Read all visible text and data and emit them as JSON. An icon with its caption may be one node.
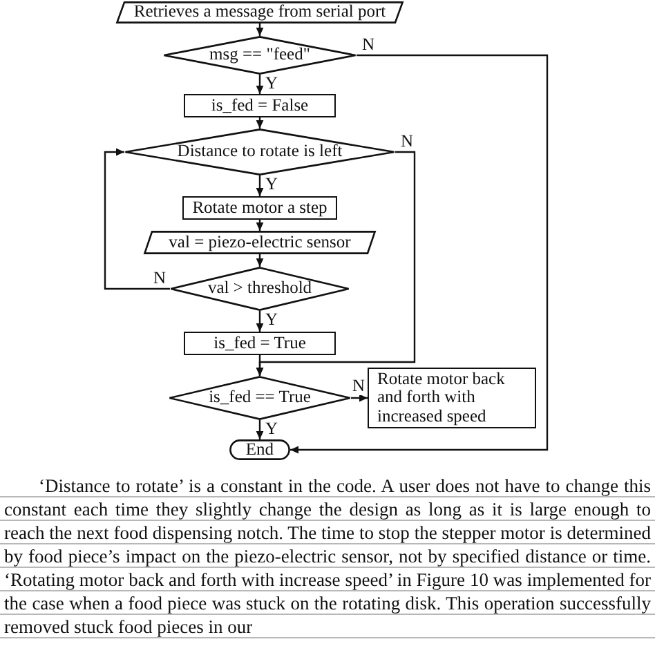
{
  "diagram": {
    "nodes": [
      {
        "text": [
          "Retrieves a message from serial port"
        ]
      },
      {
        "text": [
          "msg == \"feed\""
        ]
      },
      {
        "text": [
          "is_fed = False"
        ]
      },
      {
        "text": [
          "Distance to rotate is left"
        ]
      },
      {
        "text": [
          "Rotate motor a step"
        ]
      },
      {
        "text": [
          "val = piezo-electric sensor"
        ]
      },
      {
        "text": [
          "val > threshold"
        ]
      },
      {
        "text": [
          "is_fed = True"
        ]
      },
      {
        "text": [
          "is_fed == True"
        ]
      },
      {
        "text": [
          "Rotate motor back and forth with increased speed"
        ]
      },
      {
        "text": [
          "End"
        ]
      }
    ],
    "edges": [
      {
        "from": 0,
        "to": 1,
        "arrow": "to"
      },
      {
        "from": 1,
        "to": 2,
        "arrow": "to",
        "label": "Y"
      },
      {
        "from": 1,
        "to": 10,
        "arrow": "to",
        "label": "N"
      },
      {
        "from": 2,
        "to": 3,
        "arrow": "to"
      },
      {
        "from": 3,
        "to": 4,
        "arrow": "to",
        "label": "Y"
      },
      {
        "from": 3,
        "to": 8,
        "arrow": "to",
        "label": "N"
      },
      {
        "from": 4,
        "to": 5,
        "arrow": "to"
      },
      {
        "from": 5,
        "to": 6,
        "arrow": "to"
      },
      {
        "from": 6,
        "to": 3,
        "arrow": "to",
        "label": "N"
      },
      {
        "from": 6,
        "to": 7,
        "arrow": "to",
        "label": "Y"
      },
      {
        "from": 7,
        "to": 8,
        "arrow": "to"
      },
      {
        "from": 8,
        "to": 9,
        "arrow": "to",
        "label": "N"
      },
      {
        "from": 8,
        "to": 10,
        "arrow": "to",
        "label": "Y"
      }
    ],
    "labels": [
      "‘Distance to rotate’ is a constant in the code. A user does not have to change this constant each time they slightly change the design as long as it is large enough to reach the next food dispensing notch. The time to stop the stepper motor is determined by food piece’s impact on the piezo-electric sensor, not by specified distance or time. ‘Rotating motor back and forth with increase speed’ in Figure 10 was implemented for the case when a food piece was stuck on the rotating disk. This operation successfully removed stuck food pieces in our"
    ]
  }
}
